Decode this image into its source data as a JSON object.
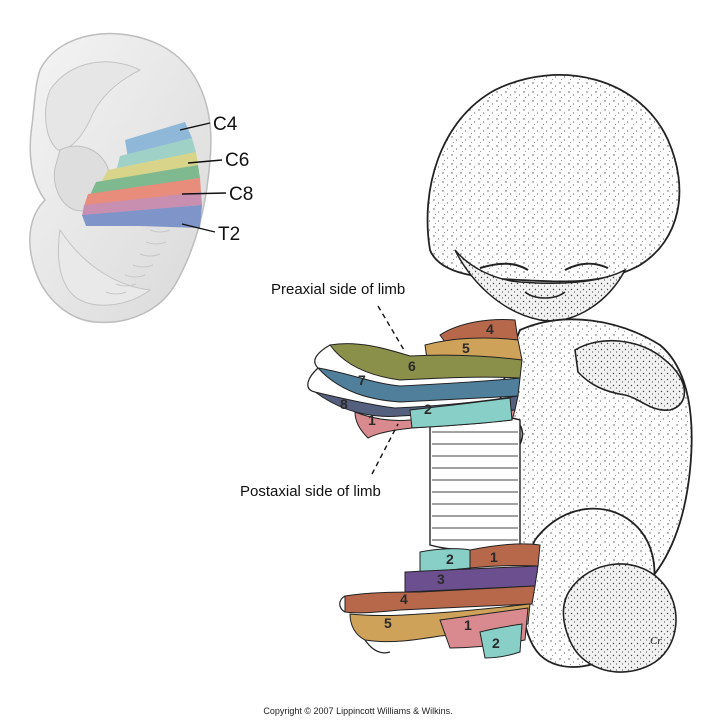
{
  "embryo_labels": {
    "c4": "C4",
    "c6": "C6",
    "c8": "C8",
    "t2": "T2"
  },
  "limb_labels": {
    "preaxial": "Preaxial side of limb",
    "postaxial": "Postaxial side of limb"
  },
  "upper_limb_segments": [
    "4",
    "5",
    "6",
    "7",
    "8",
    "1",
    "2"
  ],
  "lower_limb_segments": [
    "1",
    "2",
    "3",
    "4",
    "5",
    "1",
    "2"
  ],
  "artist_signature": "Cr",
  "copyright": "Copyright © 2007 Lippincott Williams & Wilkins.",
  "colors": {
    "c4_band": "#8fb8d8",
    "c5_band": "#9fd1c6",
    "c6_band": "#d8d58a",
    "c7_band": "#7fb98f",
    "c8_band": "#e88c7c",
    "t1_band": "#c98fb0",
    "t2_band": "#7f95c9",
    "limb_4": "#b8684a",
    "limb_5": "#cfa25a",
    "limb_6": "#8a8f4a",
    "limb_7": "#4f7f9a",
    "limb_8": "#55607f",
    "limb_1": "#d88a8e",
    "limb_2": "#88cfc7",
    "limb_3": "#6c4f8f"
  }
}
